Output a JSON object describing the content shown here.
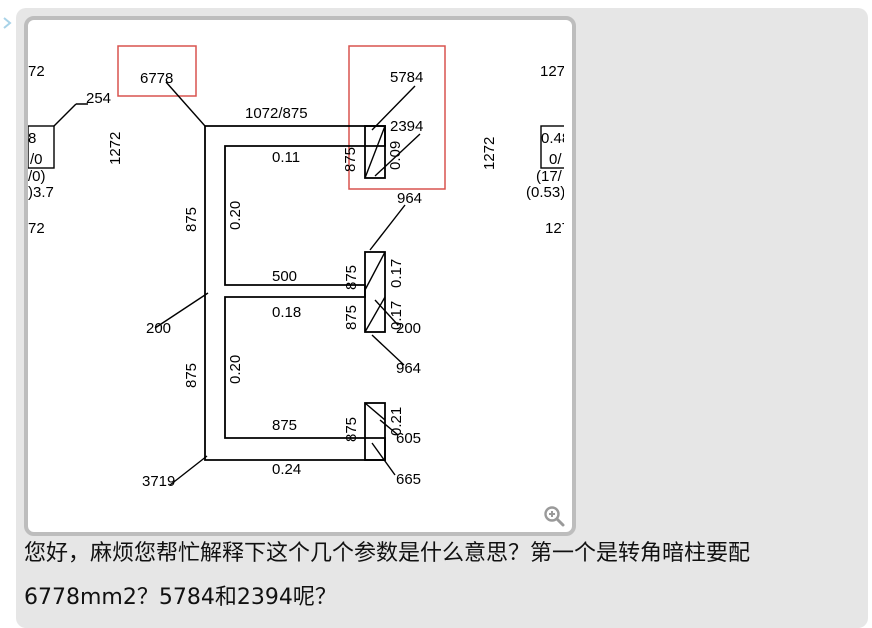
{
  "drawing": {
    "labels": {
      "corner_area": "6778",
      "top_flange_length": "1072/875",
      "ratio_top": "0.11",
      "depth_top": "875",
      "top_col_val": "0.09",
      "col_area_5784": "5784",
      "col_area_2394": "2394",
      "label_254": "254",
      "dim_1272_left": "1272",
      "dim_1272_right": "1272",
      "left_ratio_upper": "0.20",
      "left_dim_upper": "875",
      "label_964_top": "964",
      "mid_length": "500",
      "mid_depth_a": "875",
      "mid_ratio_a": "0.17",
      "mid_ratio_b": "0.18",
      "mid_depth_b": "875",
      "mid_ratio_c": "0.17",
      "label_200_left": "200",
      "label_200_right": "200",
      "label_964_mid": "964",
      "left_ratio_lower": "0.20",
      "left_dim_lower": "875",
      "bottom_length": "875",
      "bottom_depth": "875",
      "bottom_ratio": "0.21",
      "label_605": "605",
      "bottom_ratio_web": "0.24",
      "label_3719": "3719",
      "label_665": "665",
      "edge_left_1": "72",
      "edge_left_2": "8",
      "edge_left_3": "/0",
      "edge_left_4": "/0)",
      "edge_left_5": ")3.7",
      "edge_left_6": "72",
      "edge_right_1": "127",
      "edge_right_2": "0.48",
      "edge_right_3": "0/",
      "edge_right_4": "(17/",
      "edge_right_5": "(0.53)",
      "edge_right_6": "127"
    }
  },
  "question": {
    "line1": "您好，麻烦您帮忙解释下这个几个参数是什么意思？第一个是转角暗柱要配",
    "line2": "6778mm2？5784和2394呢？"
  },
  "colors": {
    "highlight_box": "#d9534f",
    "card_background": "#e6e6e6",
    "frame_border": "#bdbdbd"
  },
  "icons": {
    "zoom": "zoom-in-icon"
  }
}
